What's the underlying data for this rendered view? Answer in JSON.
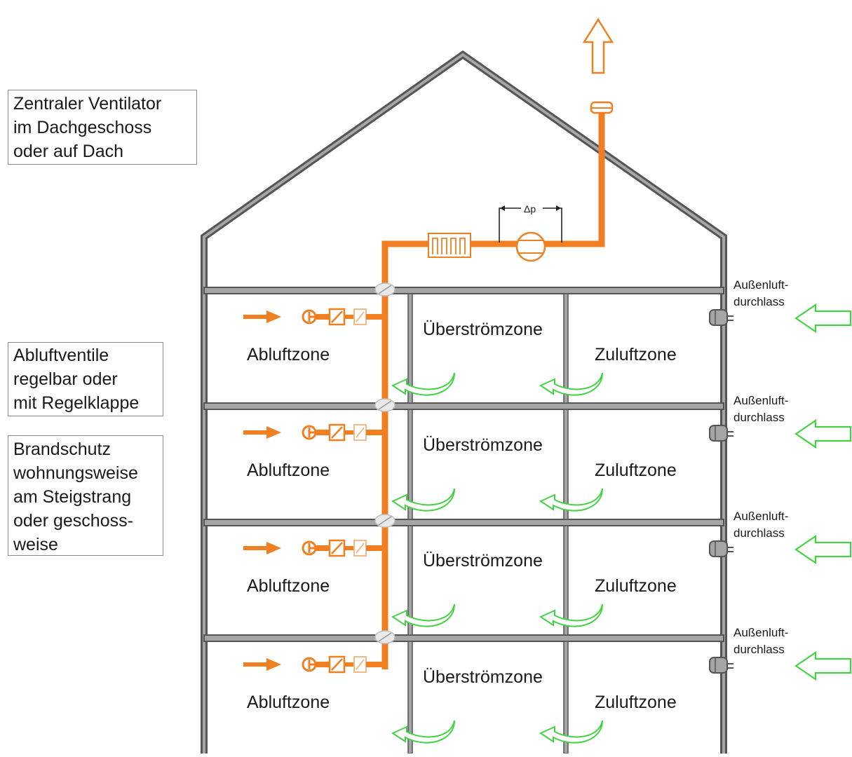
{
  "notes": {
    "fan": [
      "Zentraler Ventilator",
      "im Dachgeschoss",
      "oder auf Dach"
    ],
    "valves": [
      "Abluftventile",
      "regelbar oder",
      "mit Regelklappe"
    ],
    "fire": [
      "Brandschutz",
      "wohnungsweise",
      "am Steigstrang",
      "oder geschoss-",
      "weise"
    ]
  },
  "zones": {
    "exhaust": "Abluftzone",
    "transfer": "Überströmzone",
    "supply": "Zuluftzone"
  },
  "inlet_label": [
    "Außenluft-",
    "durchlass"
  ],
  "pressure_label": "Δp",
  "floors": 4,
  "colors": {
    "duct": "#f07f22",
    "fresh_air": "#44d244",
    "wall": "#555555",
    "wall_fill": "#a5a5a5"
  }
}
